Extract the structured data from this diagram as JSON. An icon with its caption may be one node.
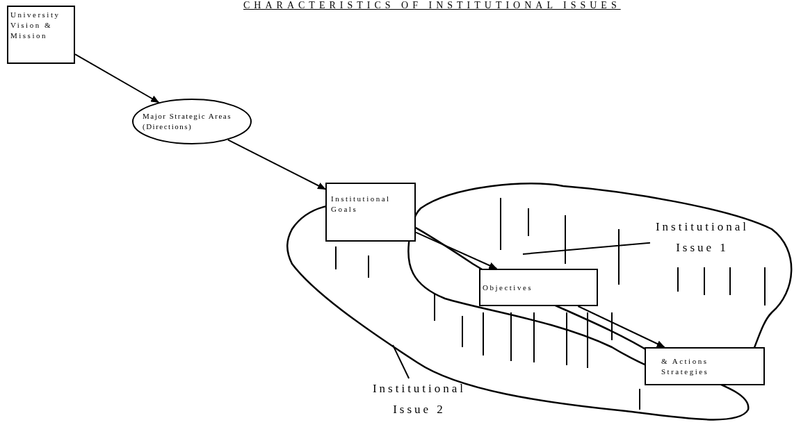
{
  "diagram": {
    "title": "CHARACTERISTICS OF INSTITUTIONAL ISSUES",
    "nodes": [
      {
        "text": [
          "University Vision & Mission"
        ]
      },
      {
        "text": [
          "Major Strategic Areas (Directions)"
        ]
      },
      {
        "text": [
          "Institutional Goals"
        ]
      },
      {
        "text": [
          "Objectives"
        ]
      },
      {
        "text": [
          "& Actions Strategies"
        ]
      },
      {
        "text": [
          "Institutional Issue 1"
        ]
      },
      {
        "text": [
          "Institutional Issue 2"
        ]
      }
    ],
    "edges": [
      {
        "from": 0,
        "to": 1,
        "arrow": "to"
      },
      {
        "from": 1,
        "to": 2,
        "arrow": "to"
      },
      {
        "from": 2,
        "to": 3,
        "arrow": "to"
      },
      {
        "from": 3,
        "to": 4,
        "arrow": "to"
      },
      {
        "from": 5,
        "to": null,
        "arrow": "none"
      },
      {
        "from": 6,
        "to": null,
        "arrow": "none"
      }
    ]
  }
}
